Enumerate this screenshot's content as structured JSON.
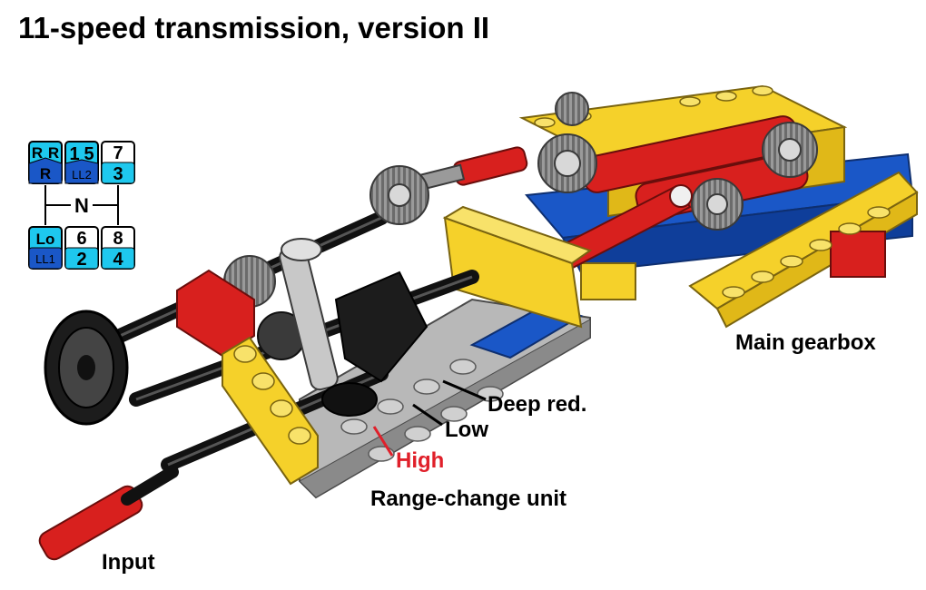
{
  "title": "11-speed transmission, version II",
  "labels": {
    "main_gearbox": "Main gearbox",
    "deep_red": "Deep red.",
    "low": "Low",
    "high": "High",
    "range_change_unit": "Range-change unit",
    "input": "Input"
  },
  "shift_pattern": {
    "neutral": "N",
    "col1": {
      "top_a": "R",
      "top_b": "R",
      "bottom": "R",
      "lower": "Lo",
      "lower_sub": "LL1"
    },
    "col2": {
      "top_a": "1",
      "top_b": "5",
      "top_sub": "LL2",
      "lower": "6",
      "lower_sub": "2"
    },
    "col3": {
      "top": "7",
      "top_sub": "3",
      "lower": "8",
      "lower_sub": "4"
    }
  },
  "colors": {
    "lego_red": "#d8201e",
    "lego_yellow": "#f5d12a",
    "lego_blue": "#1a57c7",
    "light_gray": "#b8b8b8",
    "dark_gray": "#5e5e5e",
    "black": "#1c1c1c",
    "cyan": "#1ec8ee",
    "label_red": "#e0202a"
  }
}
